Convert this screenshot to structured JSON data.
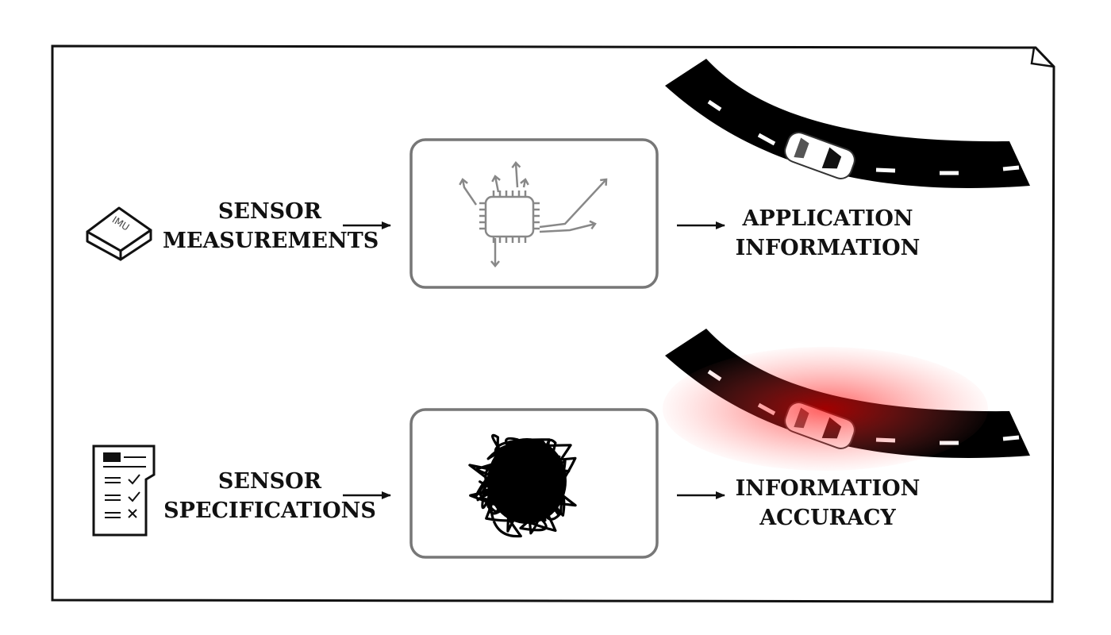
{
  "row1": {
    "input_label": [
      "SENSOR",
      "MEASUREMENTS"
    ],
    "output_label": [
      "APPLICATION",
      "INFORMATION"
    ],
    "input_icon": "imu-chip-icon",
    "process_icon": "processor-chip-icon",
    "result_icon": "car-on-road-icon",
    "imu_text": "IMU"
  },
  "row2": {
    "input_label": [
      "SENSOR",
      "SPECIFICATIONS"
    ],
    "output_label": [
      "INFORMATION",
      "ACCURACY"
    ],
    "input_icon": "spec-sheet-icon",
    "process_icon": "scribble-noise-icon",
    "result_icon": "car-uncertainty-icon"
  },
  "colors": {
    "stroke": "#111111",
    "box": "#777777",
    "chip": "#888888",
    "highlight": "#ff2a2a"
  }
}
